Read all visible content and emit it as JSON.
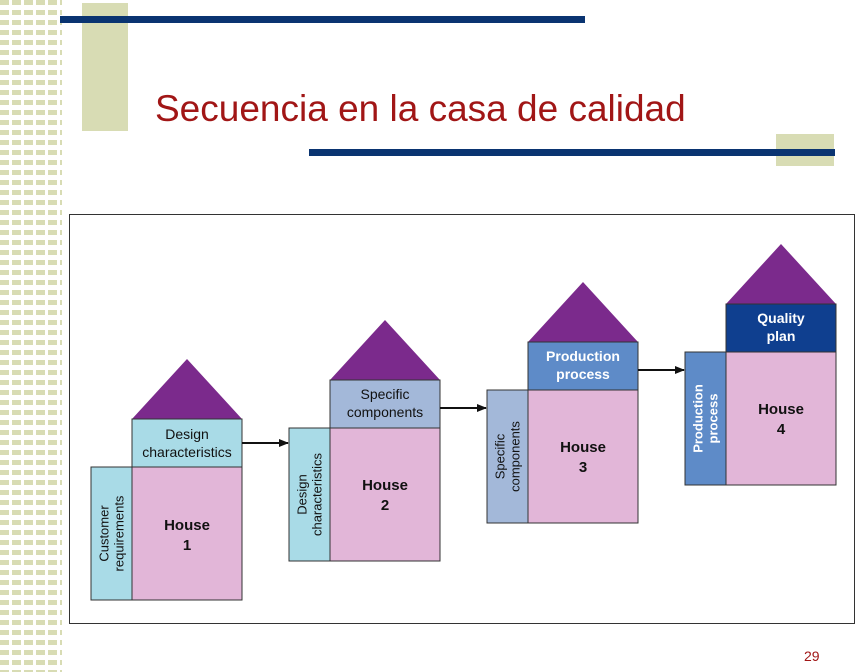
{
  "slide": {
    "title": "Secuencia en la casa de calidad",
    "page_number": "29"
  },
  "colors": {
    "title": "#a11616",
    "navy_bar": "#0a3471",
    "olive_block": "#d8dcb4",
    "roof": "#7b2a8c",
    "house_body": "#e2b6d8",
    "light_blue": "#a9dbe7",
    "steel_blue": "#a3b8d9",
    "medium_blue": "#5e8bc8",
    "dark_blue": "#0f3f8f"
  },
  "diagram": {
    "houses": [
      {
        "top": "Design characteristics",
        "side": "Customer requirements",
        "body_line1": "House",
        "body_line2": "1"
      },
      {
        "top": "Specific components",
        "side": "Design characteristics",
        "body_line1": "House",
        "body_line2": "2"
      },
      {
        "top": "Production process",
        "side": "Specific components",
        "body_line1": "House",
        "body_line2": "3"
      },
      {
        "top": "Quality plan",
        "side": "Production process",
        "body_line1": "House",
        "body_line2": "4"
      }
    ]
  }
}
